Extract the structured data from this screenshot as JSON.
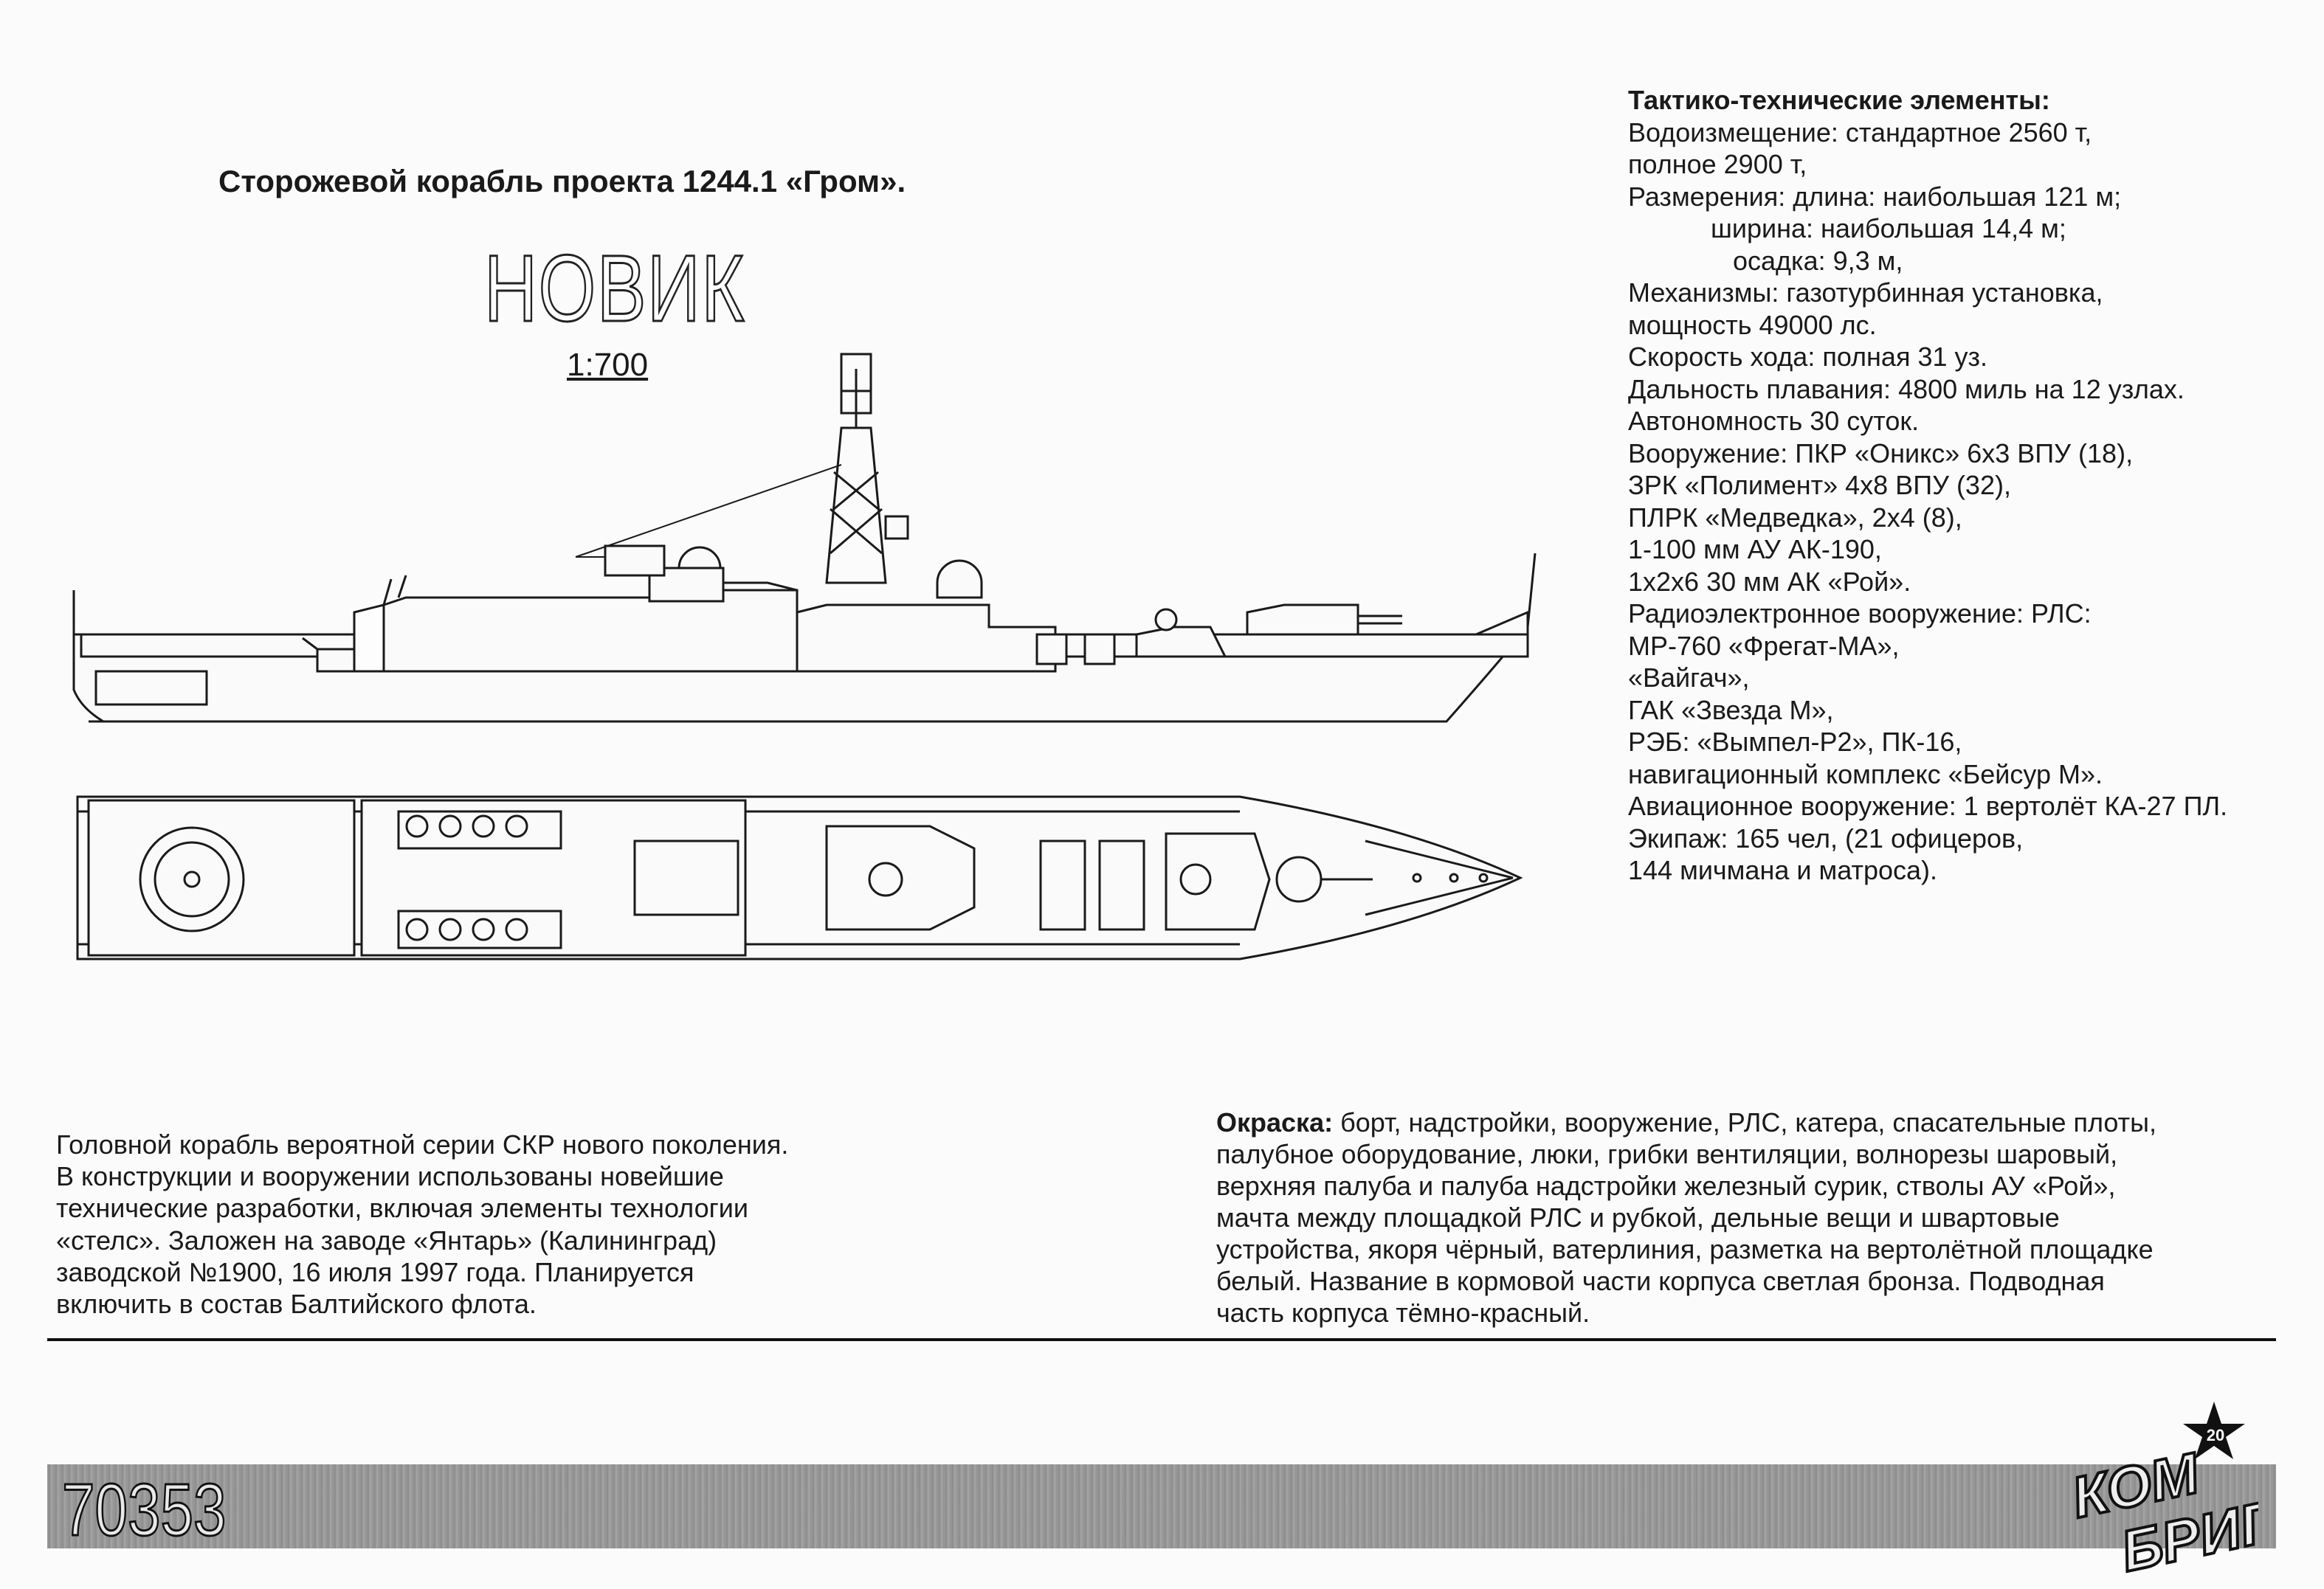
{
  "title": "Сторожевой корабль проекта 1244.1 «Гром».",
  "ship_name": "НОВИК",
  "scale": "1:700",
  "specs": {
    "heading": "Тактико-технические элементы:",
    "lines": [
      "Водоизмещение: стандартное 2560 т,",
      "полное 2900 т,",
      "Размерения: длина: наибольшая 121 м;",
      "ширина: наибольшая 14,4 м;",
      "осадка: 9,3 м,",
      "Механизмы: газотурбинная установка,",
      "мощность 49000 лс.",
      "Скорость хода: полная 31 уз.",
      "Дальность плавания: 4800 миль на 12 узлах.",
      "Автономность 30 суток.",
      "Вооружение: ПКР «Оникс» 6х3 ВПУ (18),",
      "ЗРК «Полимент» 4х8 ВПУ (32),",
      "ПЛРК «Медведка», 2х4 (8),",
      "1-100 мм АУ АК-190,",
      "1х2х6 30 мм АК «Рой».",
      "Радиоэлектронное вооружение: РЛС:",
      "МР-760 «Фрегат-МА»,",
      "«Вайгач»,",
      "ГАК «Звезда М»,",
      "РЭБ: «Вымпел-Р2», ПК-16,",
      "навигационный комплекс «Бейсур М».",
      "Авиационное вооружение: 1 вертолёт КА-27 ПЛ.",
      "Экипаж: 165 чел, (21 офицеров,",
      "144 мичмана и матроса)."
    ]
  },
  "description": [
    "Головной корабль вероятной серии СКР нового поколения.",
    " В конструкции и вооружении использованы новейшие",
    "технические разработки, включая элементы технологии",
    "«стелс». Заложен на заводе «Янтарь» (Калининград)",
    "заводской №1900, 16 июля 1997 года. Планируется",
    "включить в состав Балтийского флота."
  ],
  "paint": {
    "label": "Окраска:",
    "first_line": " борт, надстройки, вооружение, РЛС, катера, спасательные плоты,",
    "lines": [
      "палубное оборудование, люки, грибки вентиляции, волнорезы  шаровый,",
      "верхняя палуба и палуба надстройки  железный сурик, стволы АУ «Рой»,",
      "мачта между площадкой РЛС и рубкой, дельные вещи и швартовые",
      "устройства, якоря  чёрный, ватерлиния, разметка на вертолётной площадке",
      " белый. Название в кормовой части корпуса светлая бронза. Подводная",
      "часть корпуса  тёмно-красный."
    ]
  },
  "catalog_number": "70353",
  "logo_text": [
    "КОМ",
    "БРИГ"
  ],
  "logo_number": "20"
}
